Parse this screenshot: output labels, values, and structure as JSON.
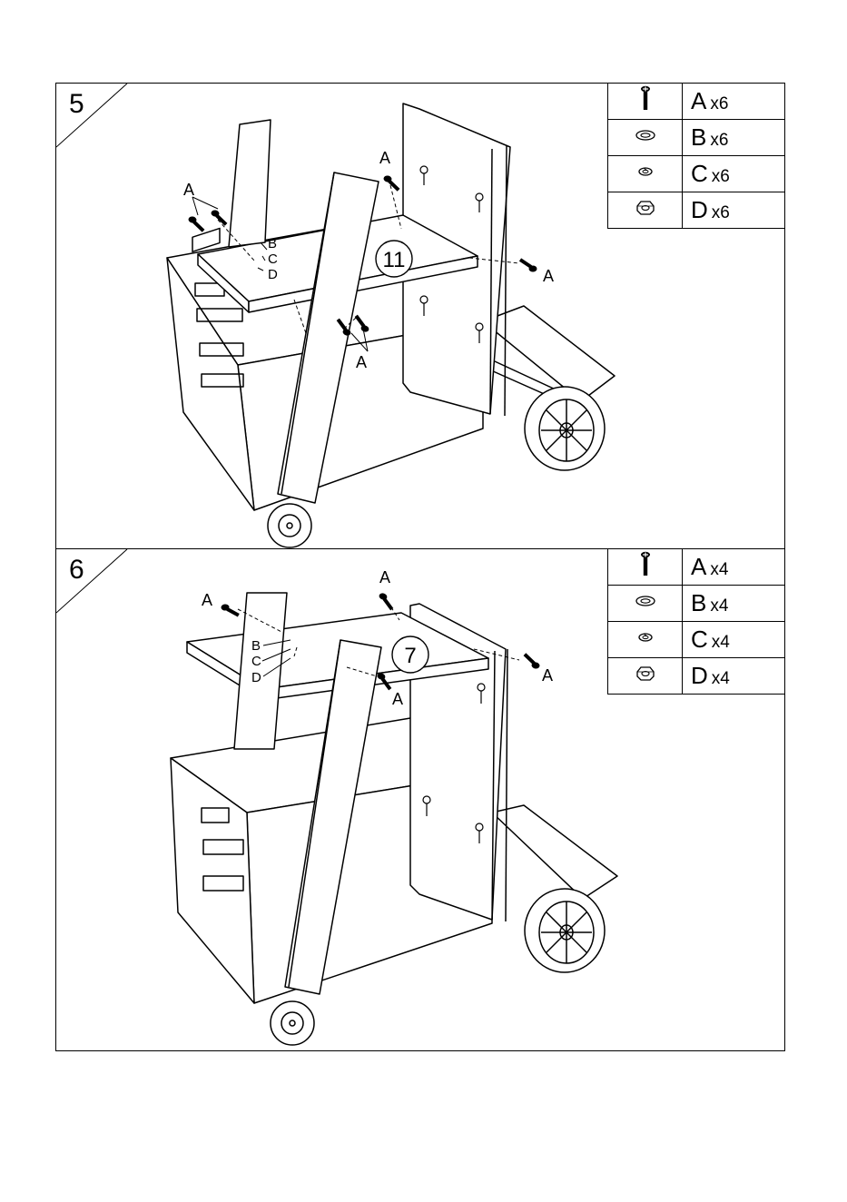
{
  "steps": [
    {
      "number": "5",
      "part_callout": "11",
      "labels": {
        "a": "A",
        "b": "B",
        "c": "C",
        "d": "D"
      },
      "hardware": [
        {
          "letter": "A",
          "qty": "x6",
          "icon": "bolt-icon"
        },
        {
          "letter": "B",
          "qty": "x6",
          "icon": "flat-washer-icon"
        },
        {
          "letter": "C",
          "qty": "x6",
          "icon": "spring-washer-icon"
        },
        {
          "letter": "D",
          "qty": "x6",
          "icon": "hex-nut-icon"
        }
      ]
    },
    {
      "number": "6",
      "part_callout": "7",
      "labels": {
        "a": "A",
        "b": "B",
        "c": "C",
        "d": "D"
      },
      "hardware": [
        {
          "letter": "A",
          "qty": "x4",
          "icon": "bolt-icon"
        },
        {
          "letter": "B",
          "qty": "x4",
          "icon": "flat-washer-icon"
        },
        {
          "letter": "C",
          "qty": "x4",
          "icon": "spring-washer-icon"
        },
        {
          "letter": "D",
          "qty": "x4",
          "icon": "hex-nut-icon"
        }
      ]
    }
  ]
}
